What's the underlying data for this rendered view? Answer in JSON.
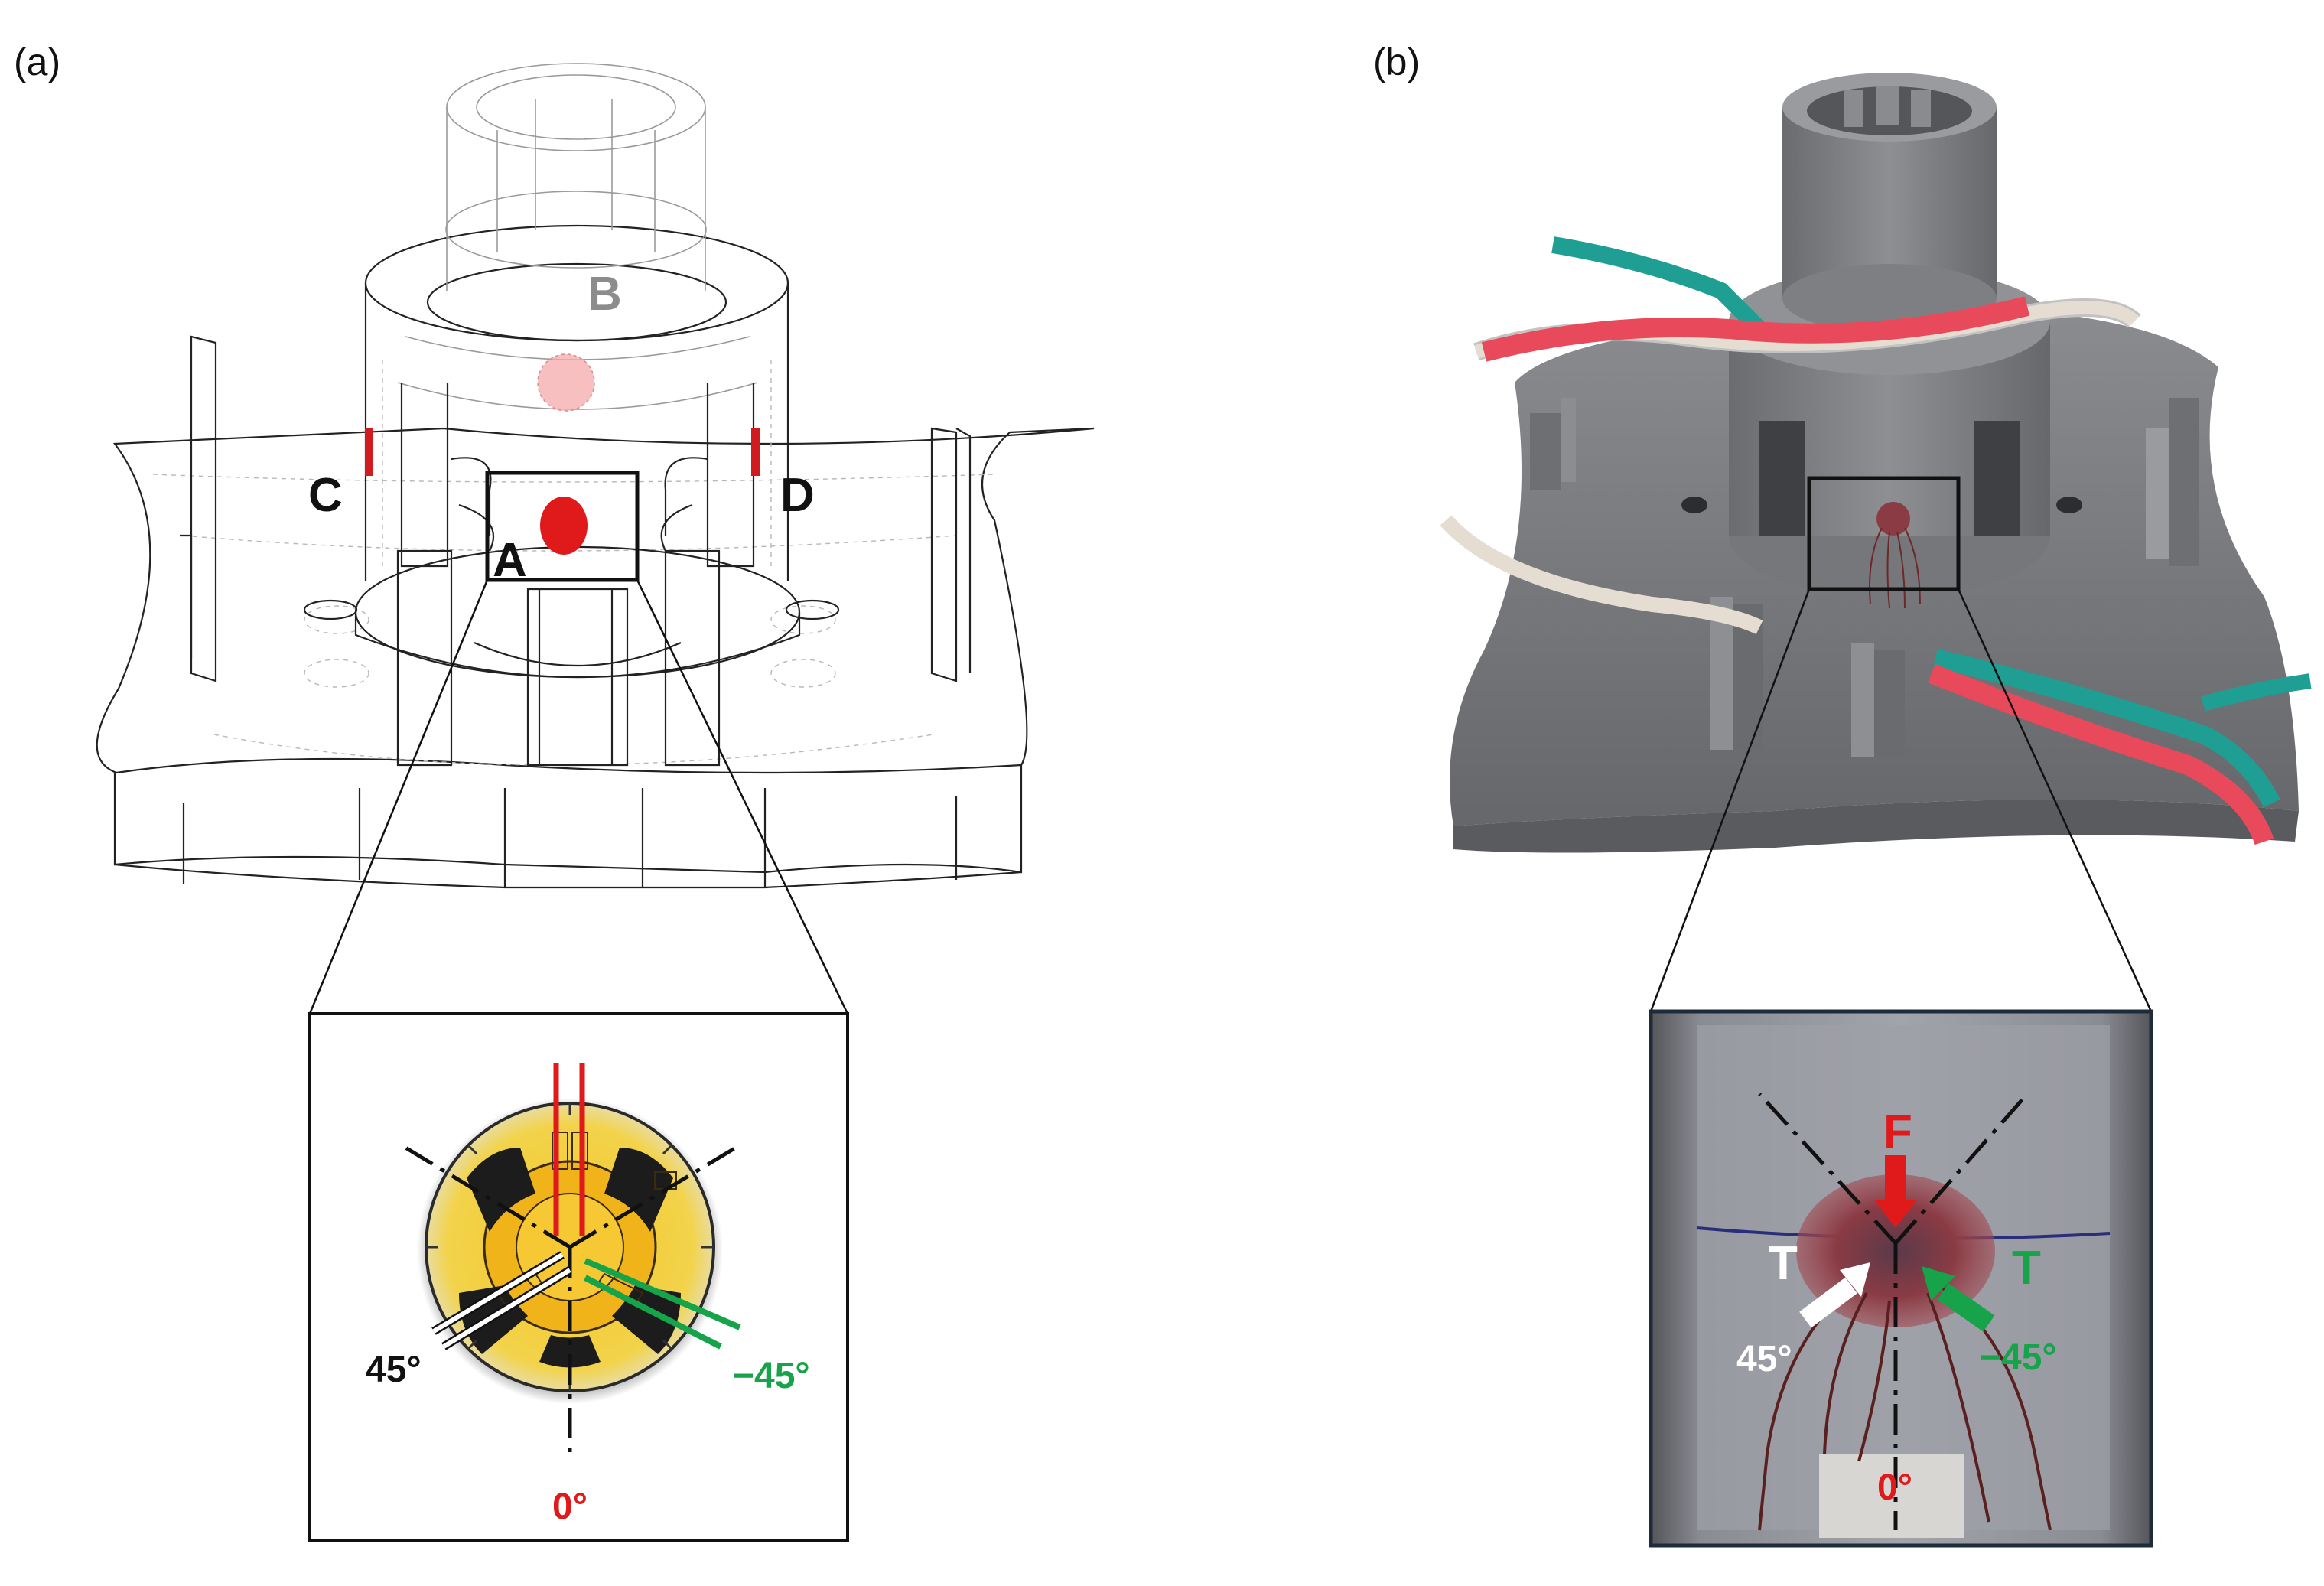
{
  "panels": {
    "a": {
      "label": "(a)"
    },
    "b": {
      "label": "(b)"
    }
  },
  "points": {
    "a": "A",
    "b": "B",
    "c": "C",
    "d": "D"
  },
  "zoom_a": {
    "angle_pos45": "45°",
    "angle_neg45": "−45°",
    "angle_zero": "0°"
  },
  "zoom_b": {
    "force": "F",
    "torque_left": "T",
    "torque_right": "T",
    "angle_pos45": "45°",
    "angle_neg45": "−45°",
    "angle_zero": "0°"
  },
  "colors": {
    "red": "#e0191b",
    "green": "#16a34a",
    "gauge_yellow": "#f5c518",
    "photo_gray": "#7d7e82"
  }
}
